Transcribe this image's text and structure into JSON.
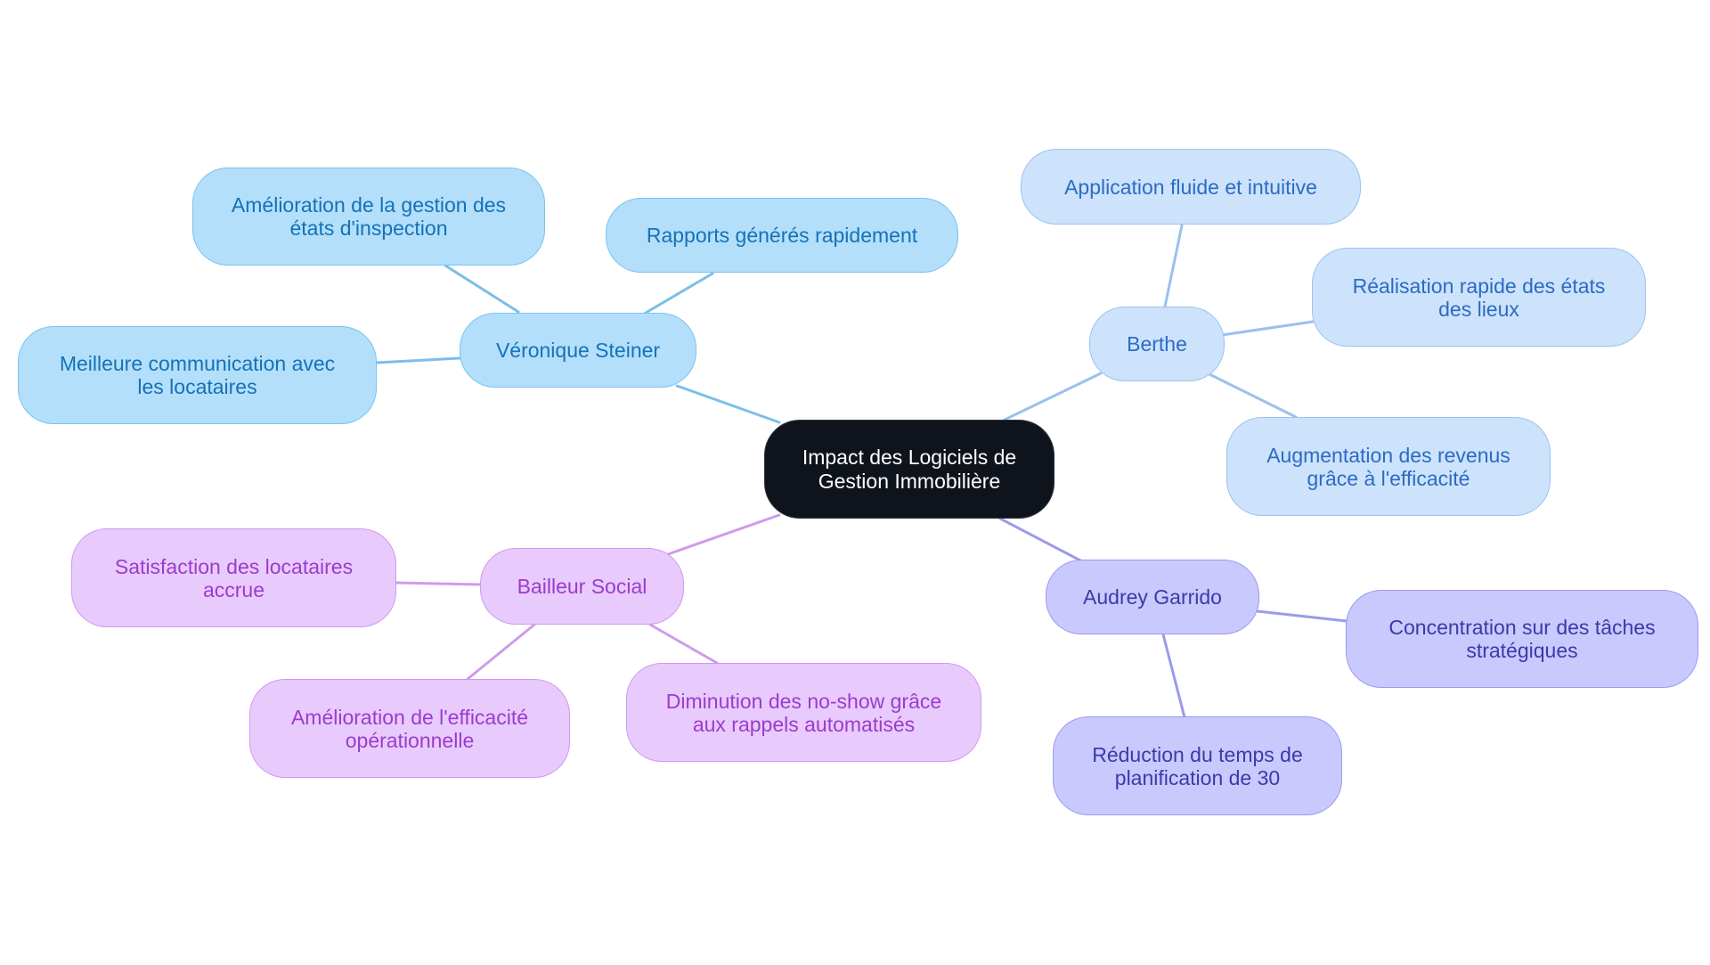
{
  "diagram": {
    "type": "mindmap",
    "root": {
      "label": "Impact des Logiciels de\nGestion Immobilière",
      "colors": {
        "fill": "#0f141c",
        "border": "#2a3240",
        "text": "#ffffff"
      }
    },
    "branches": [
      {
        "id": "veronique",
        "label": "Véronique Steiner",
        "colors": {
          "fill": "#b3dffb",
          "border": "#7bc2ee",
          "text": "#1572b6",
          "edge": "#7bbfe9"
        },
        "children": [
          {
            "id": "gestion-etats",
            "label": "Amélioration de la gestion des\nétats d'inspection"
          },
          {
            "id": "rapports",
            "label": "Rapports générés rapidement"
          },
          {
            "id": "communication",
            "label": "Meilleure communication avec\nles locataires"
          }
        ]
      },
      {
        "id": "berthe",
        "label": "Berthe",
        "colors": {
          "fill": "#cde2fb",
          "border": "#9cc3f0",
          "text": "#2b6cc4",
          "edge": "#9ac1ec"
        },
        "children": [
          {
            "id": "application",
            "label": "Application fluide et intuitive"
          },
          {
            "id": "etats-lieux",
            "label": "Réalisation rapide des états\ndes lieux"
          },
          {
            "id": "revenus",
            "label": "Augmentation des revenus\ngrâce à l'efficacité"
          }
        ]
      },
      {
        "id": "audrey",
        "label": "Audrey Garrido",
        "colors": {
          "fill": "#c9c9fd",
          "border": "#9a9af0",
          "text": "#3b3aaa",
          "edge": "#9b9be9"
        },
        "children": [
          {
            "id": "concentration",
            "label": "Concentration sur des tâches\nstratégiques"
          },
          {
            "id": "planification",
            "label": "Réduction du temps de\nplanification de 30"
          }
        ]
      },
      {
        "id": "bailleur",
        "label": "Bailleur Social",
        "colors": {
          "fill": "#e8cafd",
          "border": "#cd9af0",
          "text": "#9b3ccc",
          "edge": "#cf9bea"
        },
        "children": [
          {
            "id": "satisfaction",
            "label": "Satisfaction des locataires\naccrue"
          },
          {
            "id": "efficacite",
            "label": "Amélioration de l'efficacité\nopérationnelle"
          },
          {
            "id": "noshow",
            "label": "Diminution des no-show grâce\naux rappels automatisés"
          }
        ]
      }
    ]
  }
}
